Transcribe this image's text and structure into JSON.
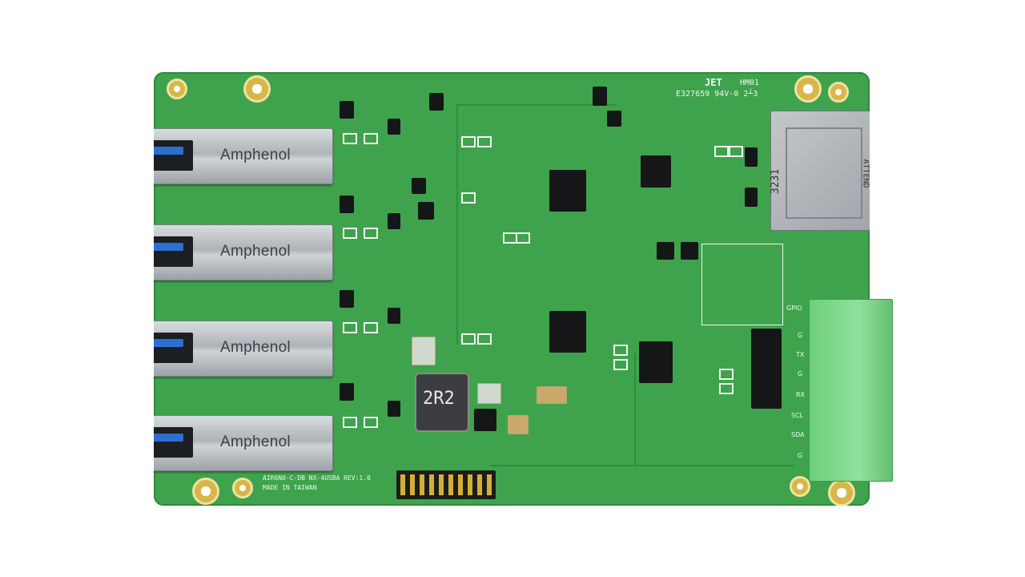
{
  "board": {
    "connector_brand": "Amphenol",
    "silkscreen": {
      "logo": "JET",
      "code_top": "HM01",
      "cert": "E327659 94V-0 2┴3",
      "model": "AIR6N0-C-DB NX-4USBA REV:1.0",
      "origin": "MADE IN TAIWAN",
      "inductor": "2R2",
      "sd_label": "ATTEND",
      "sd_number": "3231",
      "gpio_label": "GPIO",
      "gpio_pins": [
        "G",
        "TX",
        "G",
        "RX",
        "SCL",
        "SDA",
        "G"
      ]
    }
  }
}
